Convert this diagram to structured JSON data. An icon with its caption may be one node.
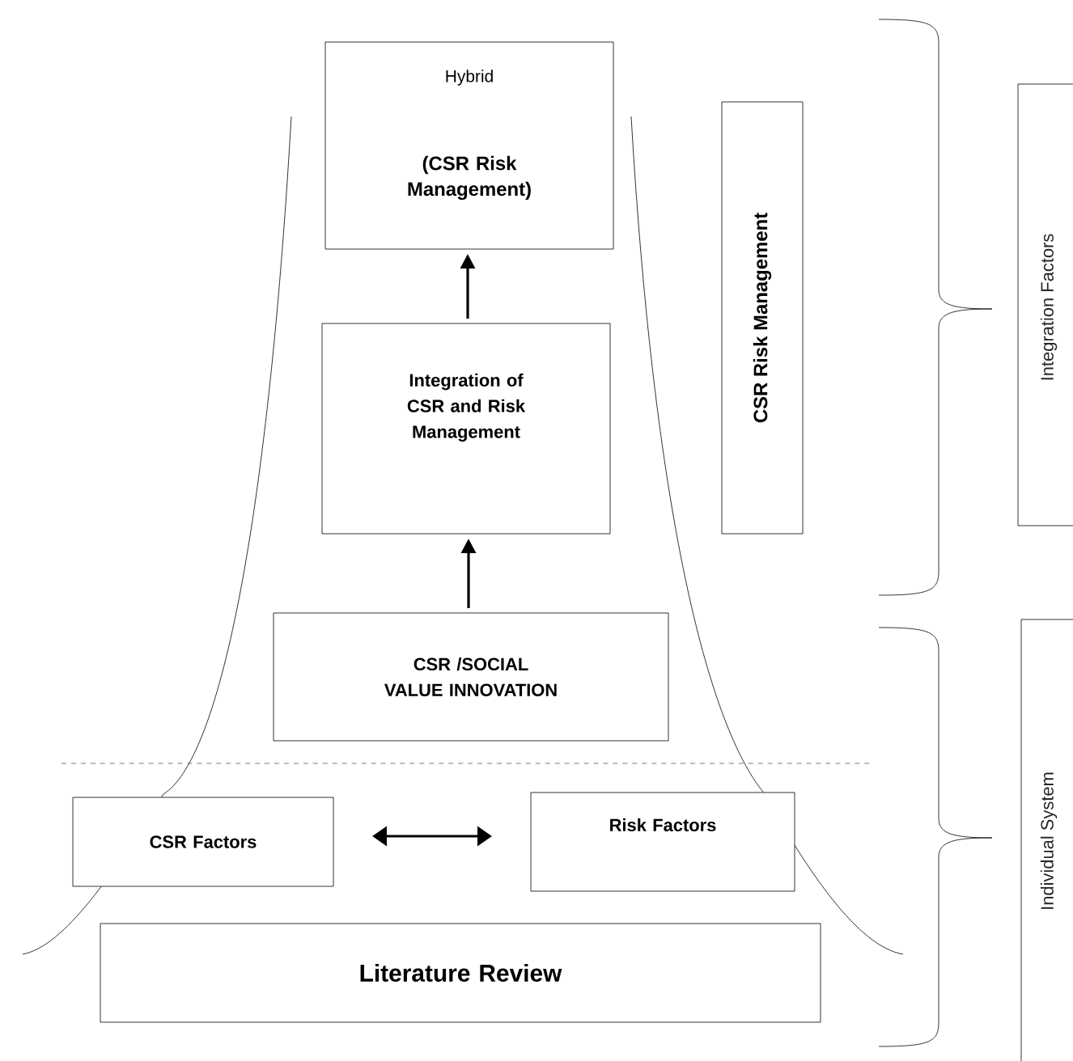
{
  "diagram": {
    "nodes": [
      {
        "text": [
          "Hybrid",
          "(CSR Risk Management)"
        ]
      },
      {
        "text": [
          "Integration of CSR and Risk Management"
        ]
      },
      {
        "text": [
          "CSR /SOCIAL VALUE INNOVATION"
        ]
      },
      {
        "text": [
          "CSR Factors"
        ]
      },
      {
        "text": [
          "Risk Factors"
        ]
      },
      {
        "text": [
          "Literature Review"
        ]
      },
      {
        "text": [
          "CSR Risk Management"
        ]
      },
      {
        "text": [
          "Integration Factors"
        ]
      },
      {
        "text": [
          "Individual System"
        ]
      }
    ],
    "edges": [
      {
        "from": 1,
        "to": 0,
        "arrow": "to"
      },
      {
        "from": 2,
        "to": 1,
        "arrow": "to"
      },
      {
        "from": 3,
        "to": 4,
        "arrow": "both"
      }
    ]
  }
}
